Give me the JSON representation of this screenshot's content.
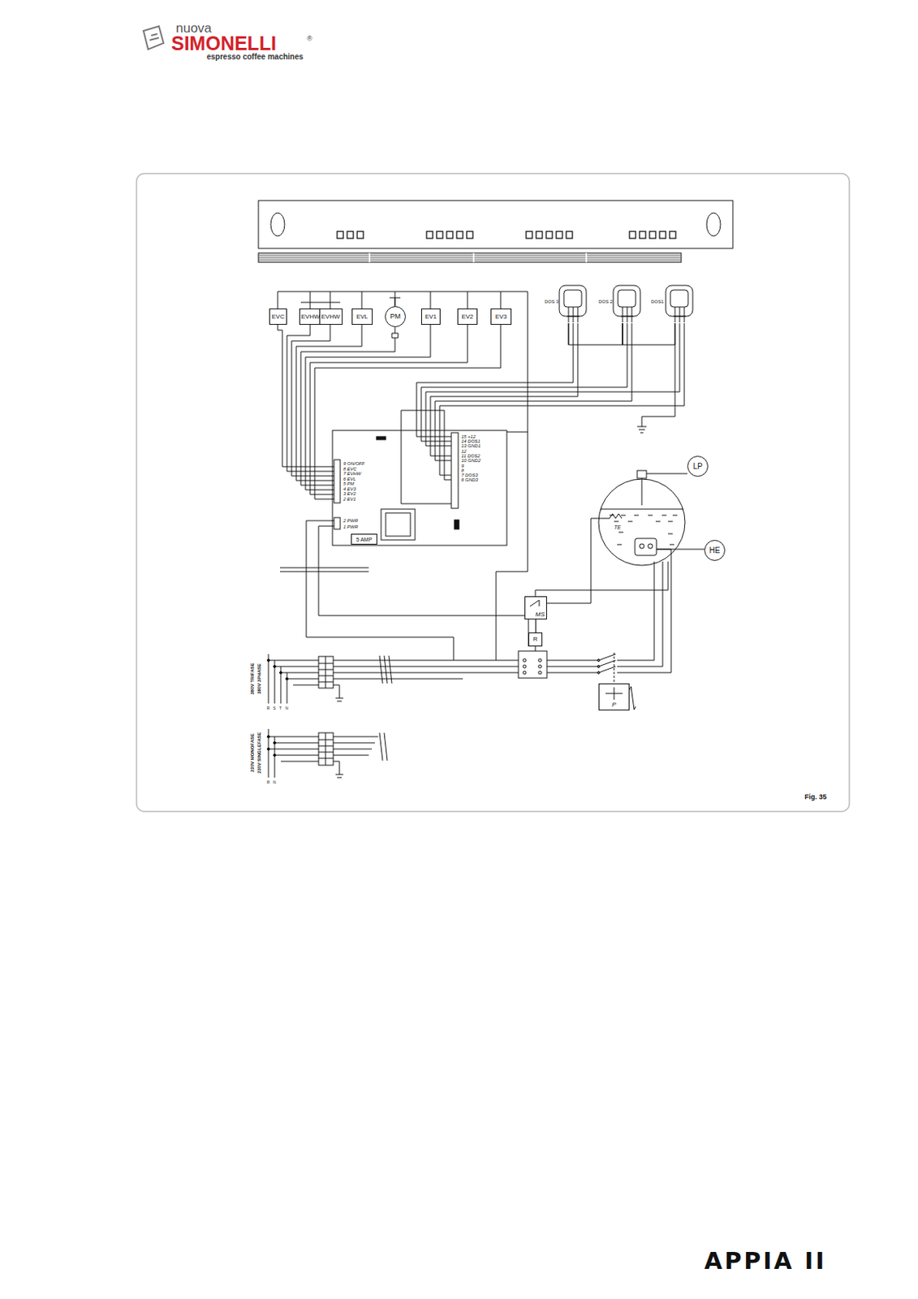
{
  "diagram": {
    "caption": "Fig. 35",
    "nodes": [
      {
        "text": [
          "EVC"
        ]
      },
      {
        "text": [
          "EVHW"
        ]
      },
      {
        "text": [
          "EVHW"
        ]
      },
      {
        "text": [
          "EVL"
        ]
      },
      {
        "text": [
          "PM"
        ]
      },
      {
        "text": [
          "EV1"
        ]
      },
      {
        "text": [
          "EV2"
        ]
      },
      {
        "text": [
          "EV3"
        ]
      },
      {
        "text": [
          "DOS 3"
        ]
      },
      {
        "text": [
          "DOS 2"
        ]
      },
      {
        "text": [
          "DOS1"
        ]
      },
      {
        "text": [
          "5 AMP"
        ]
      },
      {
        "text": [
          "LP"
        ]
      },
      {
        "text": [
          "HE"
        ]
      },
      {
        "text": [
          "MS"
        ]
      },
      {
        "text": [
          "R"
        ]
      },
      {
        "text": [
          "P"
        ]
      }
    ],
    "edges": [
      {
        "from": 8,
        "to": 9,
        "arrow": "none"
      },
      {
        "from": 9,
        "to": 10,
        "arrow": "none"
      },
      {
        "from": 14,
        "to": 15,
        "arrow": "none"
      }
    ],
    "labels": [
      "nuova",
      "SIMONELLI",
      "®",
      "espresso coffee machines",
      "APPIA II",
      "9 ON/OFF",
      "8 EVC",
      "7 EVHW",
      "6 EVL",
      "5 PM",
      "4 EV3",
      "3 EV2",
      "2 EV1",
      "2 PWR",
      "1 PWR",
      "15 +12",
      "14 DOS1",
      "13 GND1",
      "12",
      "11 DOS2",
      "10 GND2",
      "9",
      "8",
      "7 DOS3",
      "6 GND3",
      "TE",
      "380V TRIFASE",
      "380V 3PHASE",
      "R",
      "S",
      "T",
      "N",
      "230V MONOFASE",
      "230V SINGLEFASE",
      "R",
      "N"
    ]
  }
}
